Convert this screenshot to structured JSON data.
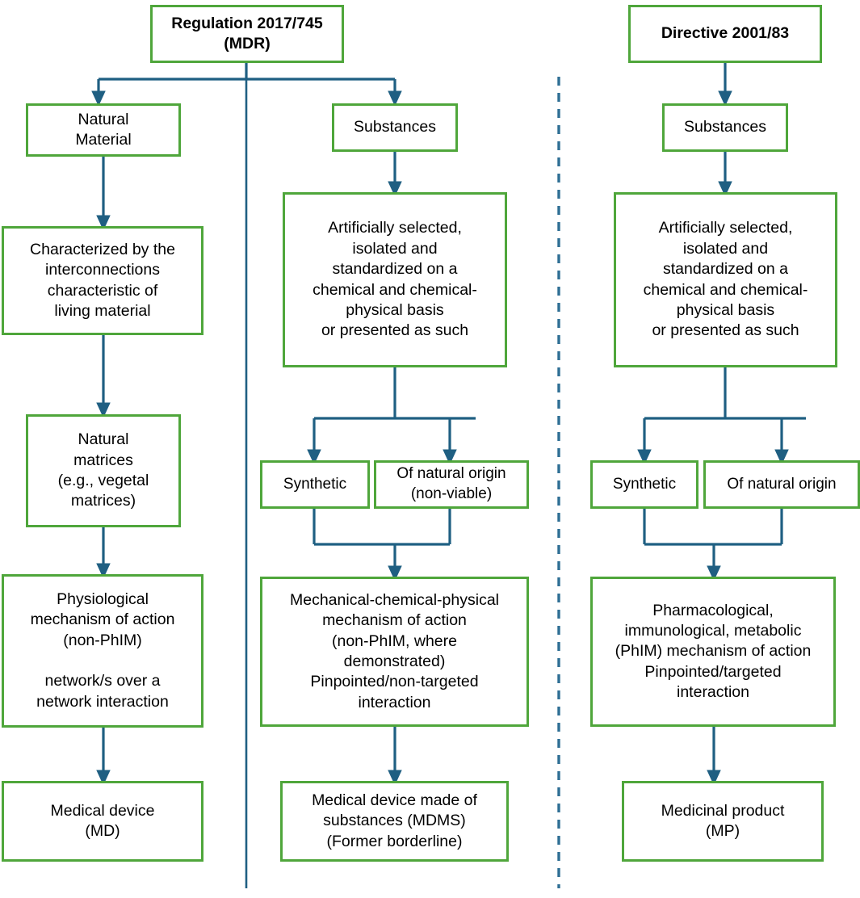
{
  "diagram": {
    "title": "Comparison of MDR Regulation 2017/745 and Directive 2001/83 classification pathways",
    "colors": {
      "node_border": "#4FA63B",
      "connector": "#1F5F82",
      "divider": "#2E6E94",
      "background": "#FFFFFF",
      "text": "#000000"
    },
    "dividers": {
      "solid_vertical_label": "mdr-column-divider",
      "dashed_vertical_label": "mdr-vs-directive-divider"
    },
    "nodes": {
      "mdr_root": "Regulation 2017/745\n(MDR)",
      "directive_root": "Directive 2001/83",
      "left_natural_material": "Natural\nMaterial",
      "left_characterized": "Characterized by the\ninterconnections\ncharacteristic of\nliving material",
      "left_matrices": "Natural\nmatrices\n(e.g., vegetal\nmatrices)",
      "left_physiological": "Physiological\nmechanism of action\n(non-PhIM)\n\nnetwork/s over a\nnetwork interaction",
      "left_outcome": "Medical device\n(MD)",
      "mid_substances": "Substances",
      "mid_artificially": "Artificially selected,\nisolated and\nstandardized on a\nchemical and chemical-\nphysical basis\nor presented as such",
      "mid_synthetic": "Synthetic",
      "mid_natural_origin": "Of natural origin\n(non-viable)",
      "mid_mechanism": "Mechanical-chemical-physical\nmechanism of action\n(non-PhIM, where\ndemonstrated)\nPinpointed/non-targeted\ninteraction",
      "mid_outcome": "Medical device made of\nsubstances (MDMS)\n(Former borderline)",
      "right_substances": "Substances",
      "right_artificially": "Artificially selected,\nisolated and\nstandardized on a\nchemical and chemical-\nphysical basis\nor presented as such",
      "right_synthetic": "Synthetic",
      "right_natural_origin": "Of natural origin",
      "right_mechanism": "Pharmacological,\nimmunological, metabolic\n(PhIM) mechanism of action\nPinpointed/targeted\ninteraction",
      "right_outcome": "Medicinal product\n(MP)"
    }
  }
}
